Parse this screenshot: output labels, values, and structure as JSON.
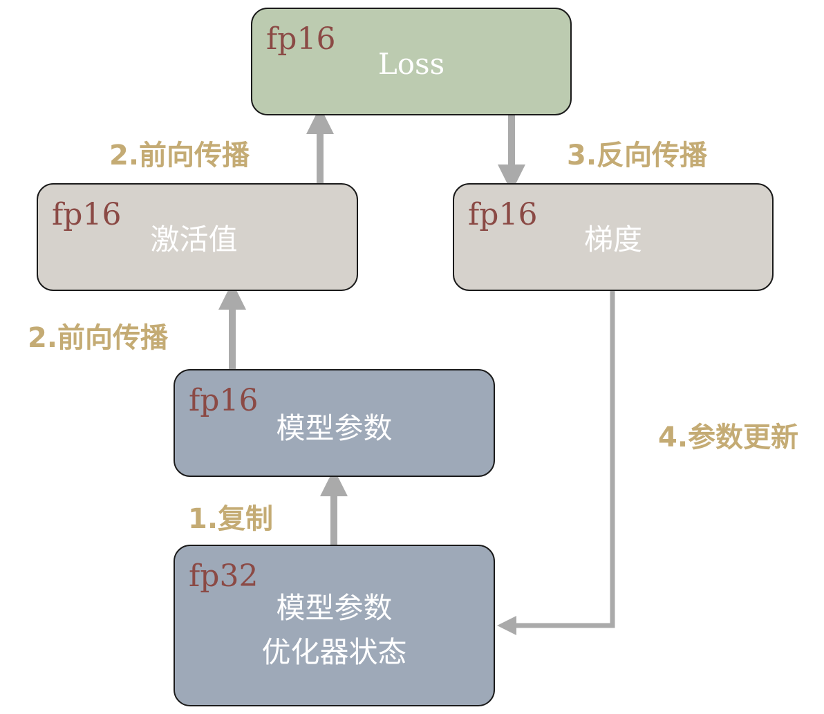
{
  "nodes": {
    "loss": {
      "precision": "fp16",
      "label": "Loss"
    },
    "activation": {
      "precision": "fp16",
      "label": "激活值"
    },
    "gradient": {
      "precision": "fp16",
      "label": "梯度"
    },
    "params_fp16": {
      "precision": "fp16",
      "label": "模型参数"
    },
    "params_fp32": {
      "precision": "fp32",
      "lines": [
        "模型参数",
        "优化器状态"
      ]
    }
  },
  "steps": {
    "forward_top": "2.前向传播",
    "forward_bottom": "2.前向传播",
    "backward": "3.反向传播",
    "update": "4.参数更新",
    "copy": "1.复制"
  },
  "colors": {
    "loss_fill": "#bccbb0",
    "mid_fill": "#d6d2cc",
    "param_fill": "#9ea9b8",
    "precision_text": "#8b4a45",
    "step_text": "#c4ab74",
    "arrow": "#aaaaaa"
  }
}
